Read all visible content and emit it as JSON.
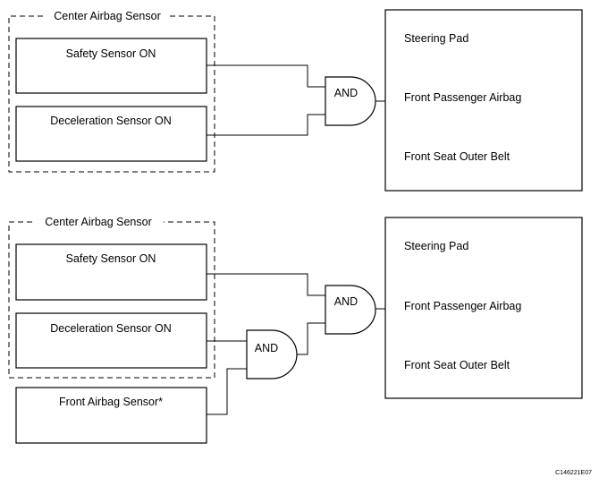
{
  "top": {
    "group_title": "Center Airbag Sensor",
    "box1": "Safety Sensor ON",
    "box2": "Deceleration Sensor ON",
    "gate": "AND",
    "outputs": [
      "Steering Pad",
      "Front Passenger Airbag",
      "Front Seat Outer Belt"
    ]
  },
  "bottom": {
    "group_title": "Center Airbag Sensor",
    "box1": "Safety Sensor ON",
    "box2": "Deceleration Sensor ON",
    "box3": "Front Airbag Sensor*",
    "gate_main": "AND",
    "gate_sub": "AND",
    "outputs": [
      "Steering Pad",
      "Front Passenger Airbag",
      "Front Seat Outer Belt"
    ]
  },
  "figure_code": "C146221E07"
}
